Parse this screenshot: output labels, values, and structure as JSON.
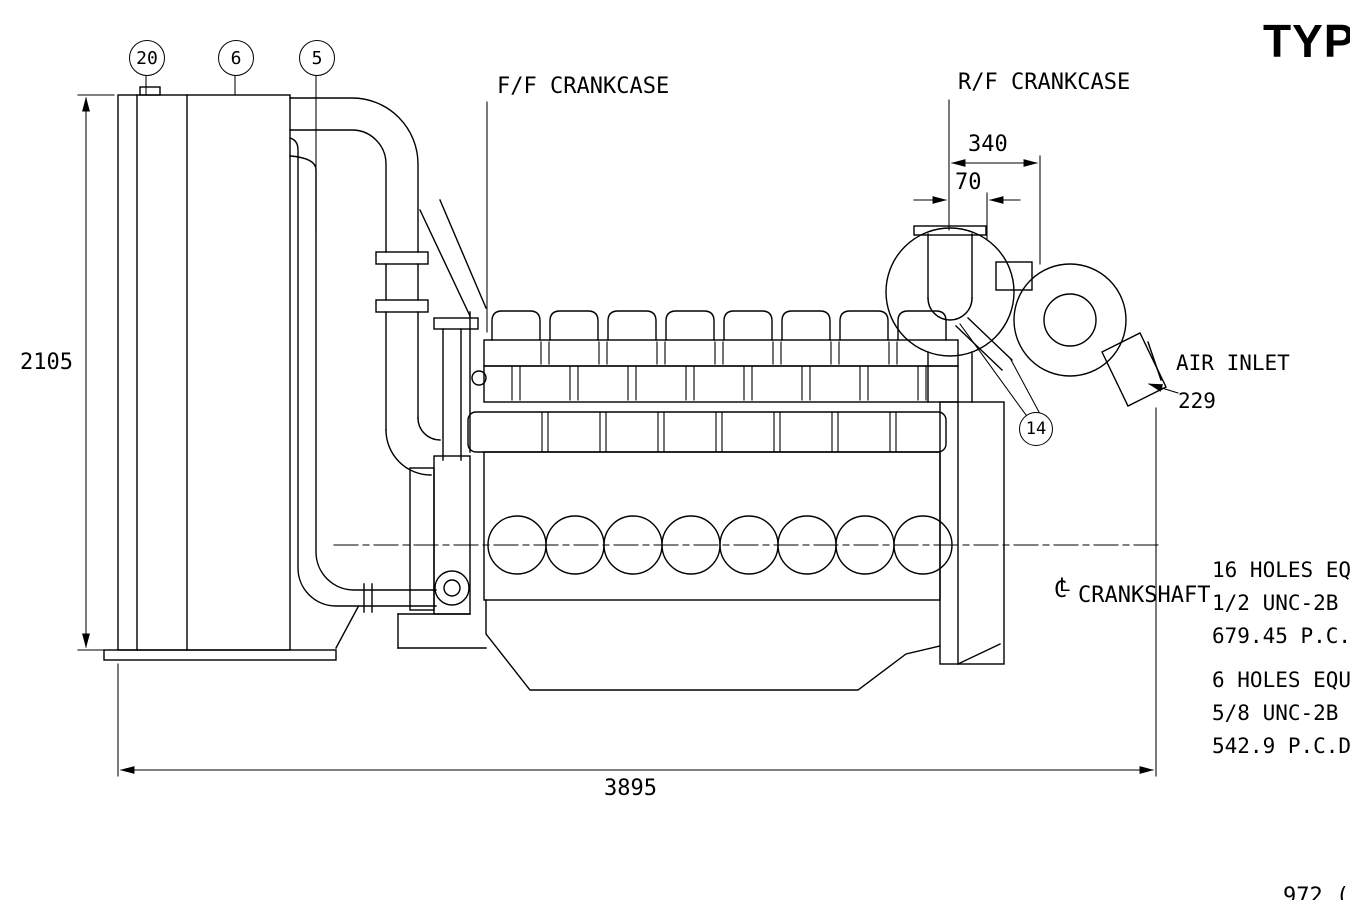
{
  "drawing": {
    "title_fragment": "TYP",
    "corner_fragment": "972 (",
    "balloons": {
      "b20": "20",
      "b6": "6",
      "b5": "5",
      "b14": "14"
    },
    "labels": {
      "ff_crankcase": "F/F CRANKCASE",
      "rf_crankcase": "R/F CRANKCASE",
      "air_inlet": "AIR INLET",
      "air_inlet_value": "229",
      "crankshaft_symbol_c": "C",
      "crankshaft_symbol_l": "L",
      "crankshaft": "CRANKSHAFT"
    },
    "dimensions": {
      "overall_height": "2105",
      "overall_length": "3895",
      "rf_to_flange": "340",
      "rf_offset": "70"
    },
    "notes": {
      "group1": [
        "16 HOLES EQ",
        "1/2 UNC-2B ",
        "679.45 P.C."
      ],
      "group2": [
        "6 HOLES EQU",
        "5/8 UNC-2B ",
        "542.9 P.C.D"
      ]
    }
  }
}
